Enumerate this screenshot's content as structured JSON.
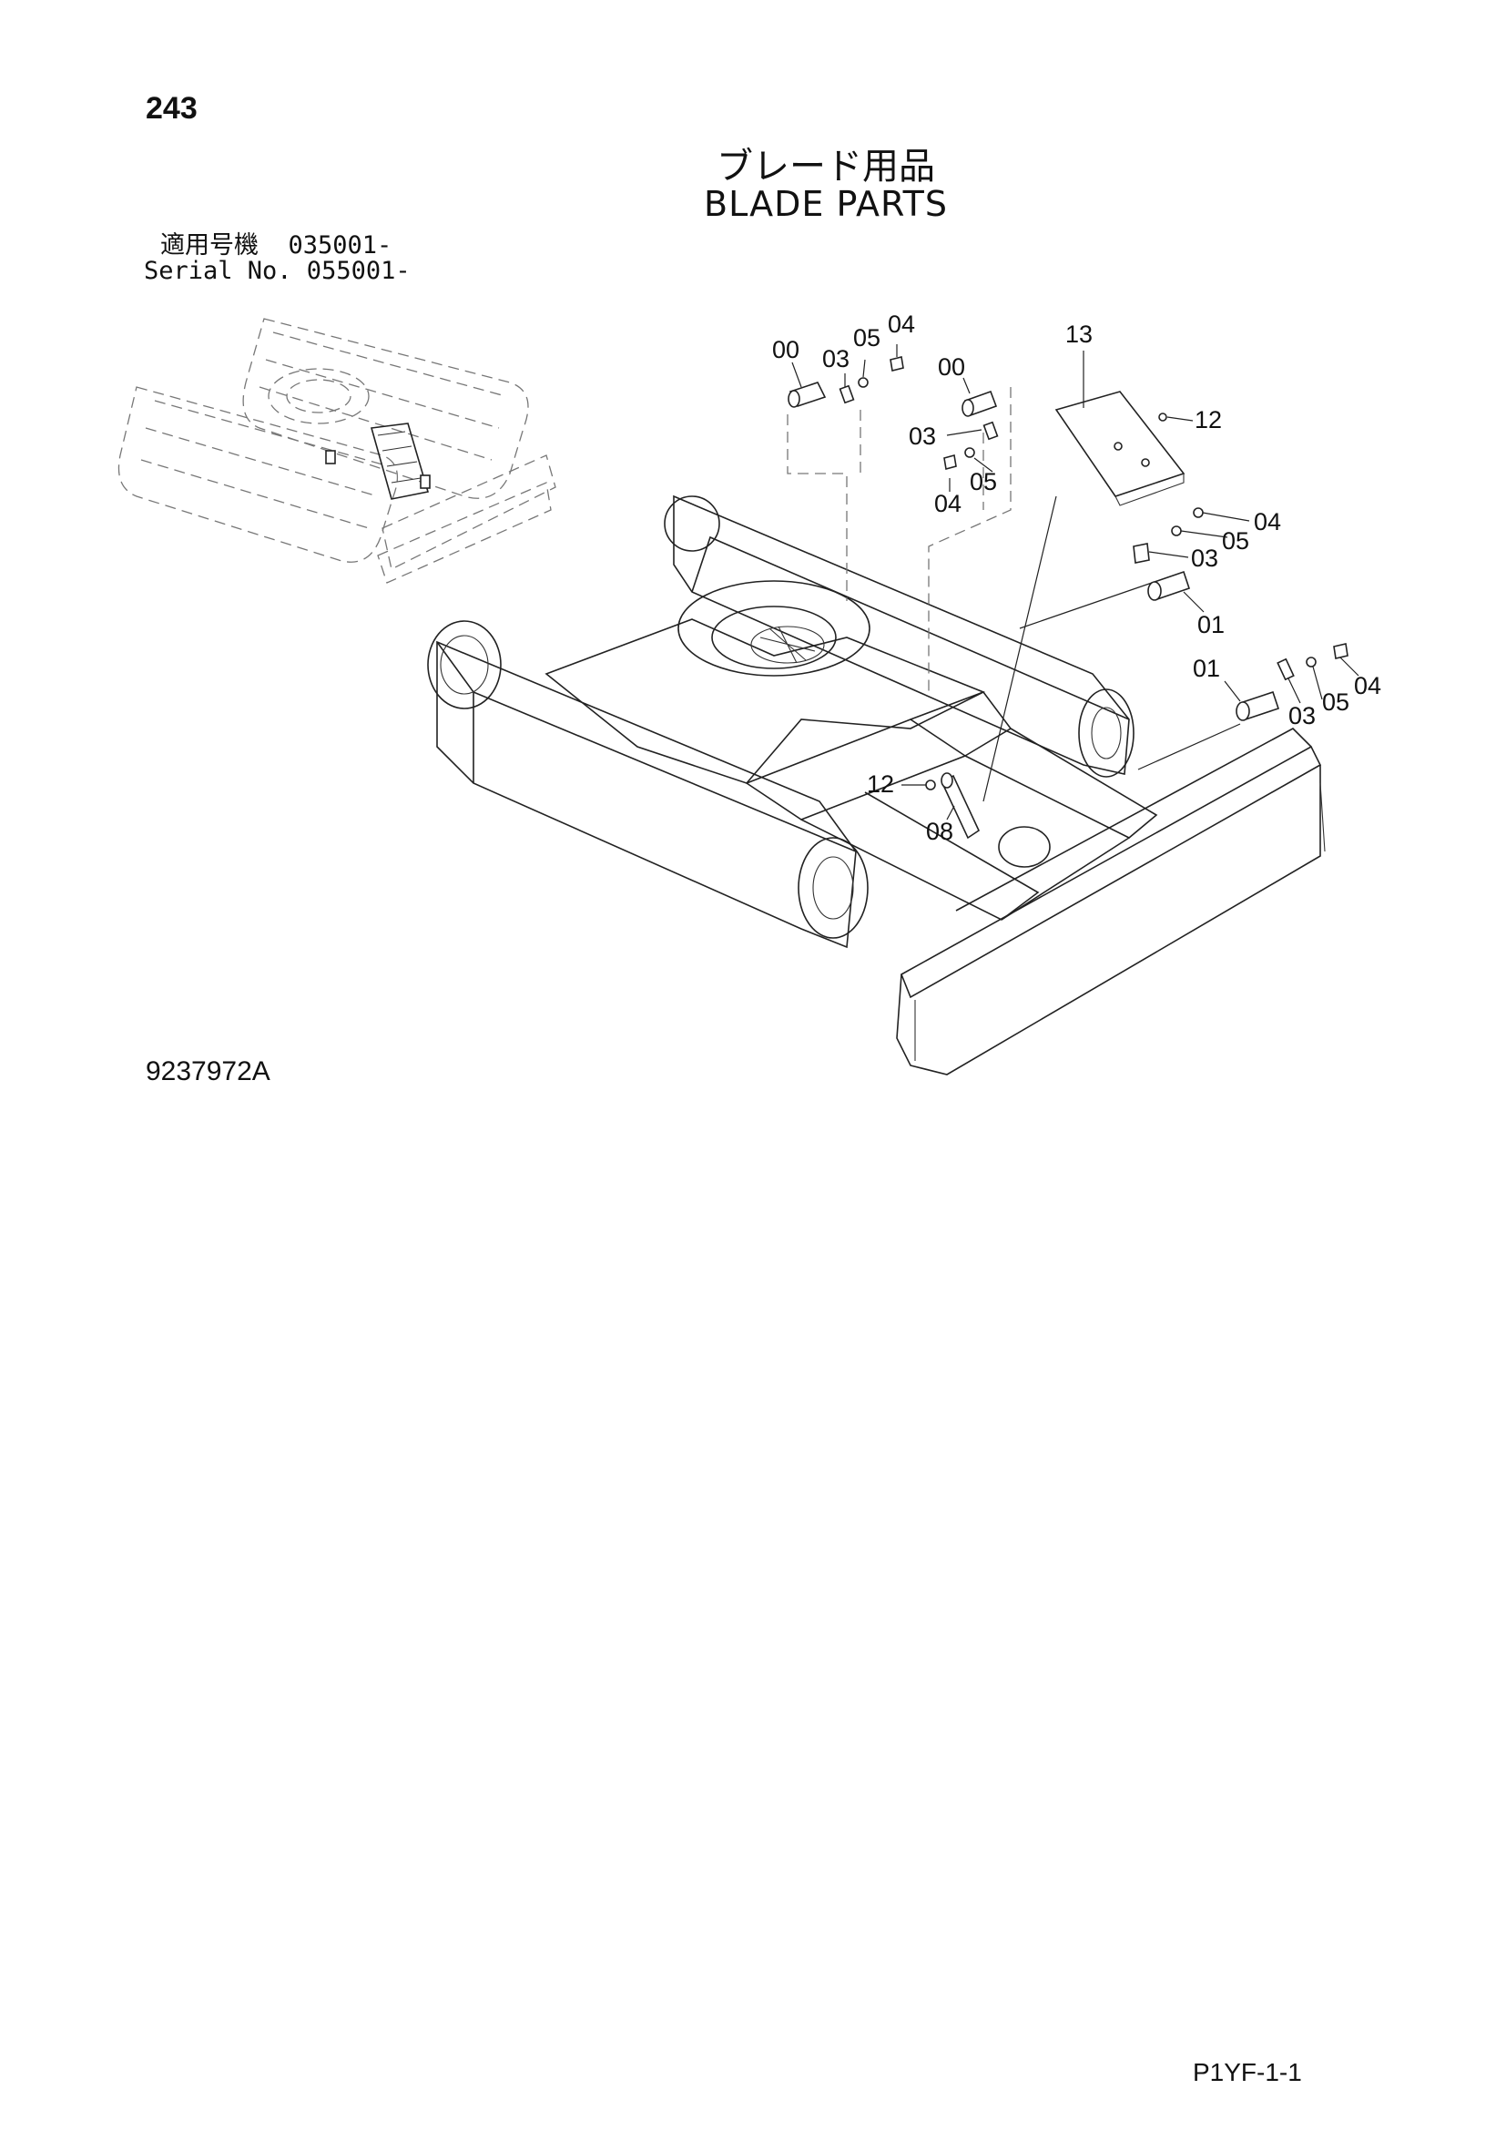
{
  "header": {
    "page_number": "243",
    "title_jp": "ブレード用品",
    "title_en": "BLADE PARTS",
    "serial_jp": "適用号機  035001-",
    "serial_en": "Serial No. 055001-"
  },
  "footer": {
    "drawing_number": "9237972A",
    "page_code": "P1YF-1-1"
  },
  "callouts": [
    {
      "id": "c1",
      "label": "00"
    },
    {
      "id": "c2",
      "label": "03"
    },
    {
      "id": "c3",
      "label": "05"
    },
    {
      "id": "c4",
      "label": "04"
    },
    {
      "id": "c5",
      "label": "00"
    },
    {
      "id": "c6",
      "label": "03"
    },
    {
      "id": "c7",
      "label": "05"
    },
    {
      "id": "c8",
      "label": "04"
    },
    {
      "id": "c9",
      "label": "13"
    },
    {
      "id": "c10",
      "label": "12"
    },
    {
      "id": "c11",
      "label": "04"
    },
    {
      "id": "c12",
      "label": "05"
    },
    {
      "id": "c13",
      "label": "03"
    },
    {
      "id": "c14",
      "label": "01"
    },
    {
      "id": "c15",
      "label": "01"
    },
    {
      "id": "c16",
      "label": "03"
    },
    {
      "id": "c17",
      "label": "05"
    },
    {
      "id": "c18",
      "label": "04"
    },
    {
      "id": "c19",
      "label": "12"
    },
    {
      "id": "c20",
      "label": "08"
    }
  ]
}
